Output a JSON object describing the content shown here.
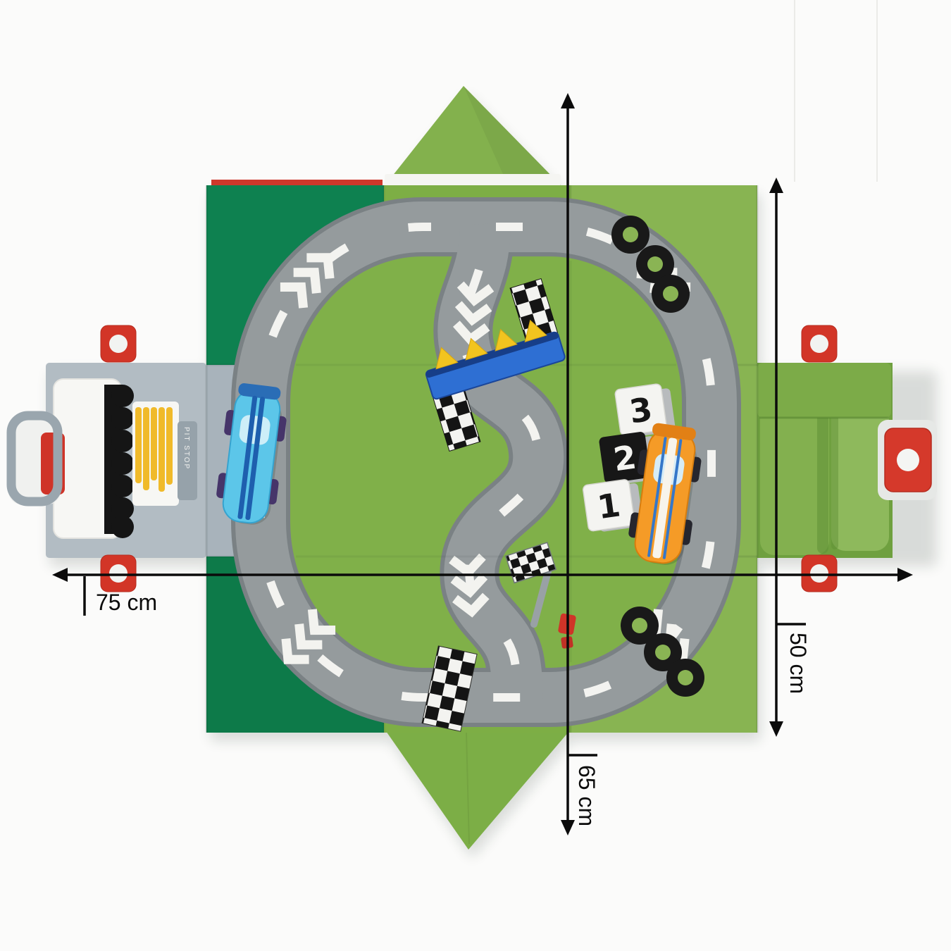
{
  "photo": {
    "subject": "Felt race track play mat unfolded, top view, with toy cars, podium, tires and pit stop"
  },
  "annotations": {
    "width_label": "75 cm",
    "height_label": "50 cm",
    "depth_label": "65 cm"
  },
  "podium": {
    "first": "1",
    "second": "2",
    "third": "3"
  },
  "pit_stop": {
    "sign": "PIT STOP"
  },
  "colors": {
    "mat_dark_green": "#0e8150",
    "mat_light_green": "#7dae45",
    "mat_panel_gray": "#a8b3bb",
    "track_gray": "#959b9d",
    "marking_white": "#f3f3f0",
    "accent_red": "#d23527",
    "car_blue": "#5cc6e9",
    "car_orange": "#f59b27",
    "gantry_blue": "#2e6fd3",
    "bunting_yellow": "#f2c41f",
    "tire_black": "#191919",
    "annotation_black": "#0b0b0b"
  }
}
